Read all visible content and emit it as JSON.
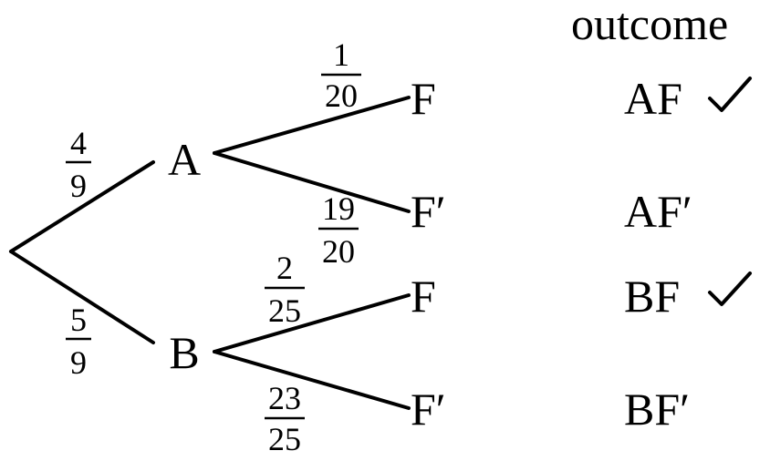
{
  "header": {
    "outcome": "outcome"
  },
  "level1": {
    "a": {
      "label": "A",
      "prob_num": "4",
      "prob_den": "9"
    },
    "b": {
      "label": "B",
      "prob_num": "5",
      "prob_den": "9"
    }
  },
  "level2": {
    "af": {
      "label": "F",
      "prob_num": "1",
      "prob_den": "20"
    },
    "afp": {
      "label": "F′",
      "prob_num": "19",
      "prob_den": "20"
    },
    "bf": {
      "label": "F",
      "prob_num": "2",
      "prob_den": "25"
    },
    "bfp": {
      "label": "F′",
      "prob_num": "23",
      "prob_den": "25"
    }
  },
  "outcomes": [
    {
      "label": "AF",
      "marked": true,
      "mark_icon": "check-icon"
    },
    {
      "label": "AF′",
      "marked": false
    },
    {
      "label": "BF",
      "marked": true,
      "mark_icon": "check-icon"
    },
    {
      "label": "BF′",
      "marked": false
    }
  ]
}
